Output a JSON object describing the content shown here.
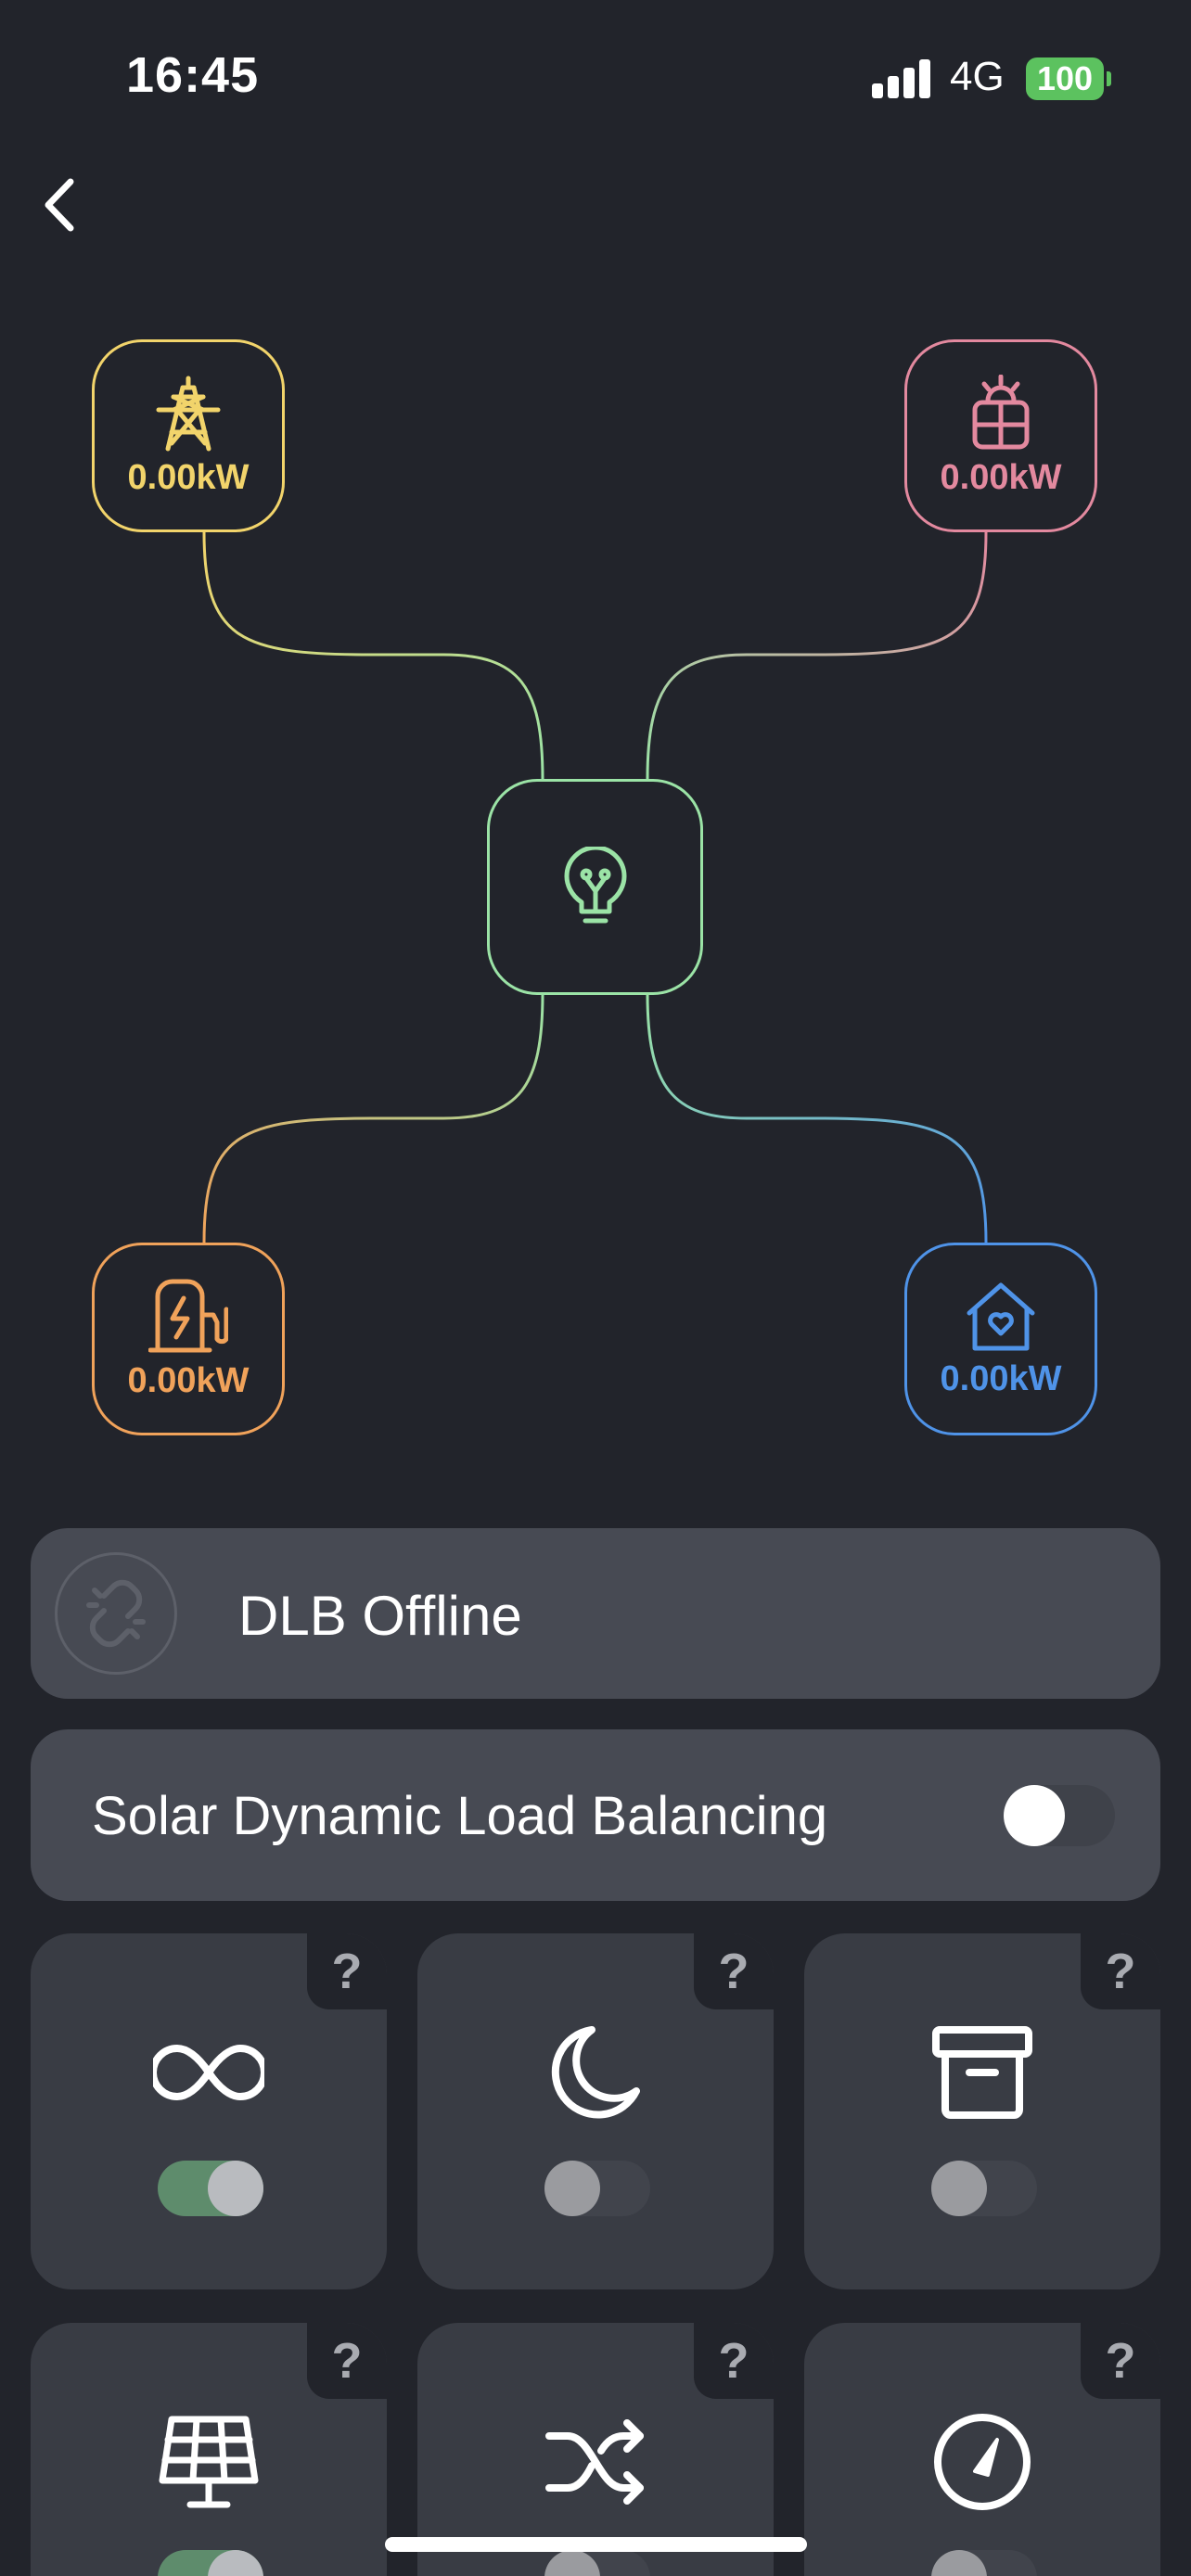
{
  "status_bar": {
    "time": "16:45",
    "network": "4G",
    "battery": "100"
  },
  "nodes": {
    "grid": {
      "value": "0.00kW",
      "color": "#f2d46b"
    },
    "solar": {
      "value": "0.00kW",
      "color": "#e3899f"
    },
    "charger": {
      "value": "0.00kW",
      "color": "#f0a25a"
    },
    "home": {
      "value": "0.00kW",
      "color": "#4f93e8"
    },
    "center": {
      "color": "#9be3a6"
    }
  },
  "dlb": {
    "label": "DLB Offline"
  },
  "solar_dlb": {
    "label": "Solar Dynamic Load Balancing",
    "enabled": false
  },
  "tiles": [
    {
      "icon": "infinity-icon",
      "help": "?",
      "enabled": true
    },
    {
      "icon": "moon-icon",
      "help": "?",
      "enabled": false
    },
    {
      "icon": "archive-box-icon",
      "help": "?",
      "enabled": false
    },
    {
      "icon": "solar-panel-icon",
      "help": "?",
      "enabled": true
    },
    {
      "icon": "shuffle-icon",
      "help": "?",
      "enabled": false
    },
    {
      "icon": "gauge-icon",
      "help": "?",
      "enabled": false
    }
  ],
  "colors": {
    "background": "#22242b",
    "card": "#474a53",
    "tile": "#393c44",
    "toggle_on": "#5e8c6c"
  }
}
